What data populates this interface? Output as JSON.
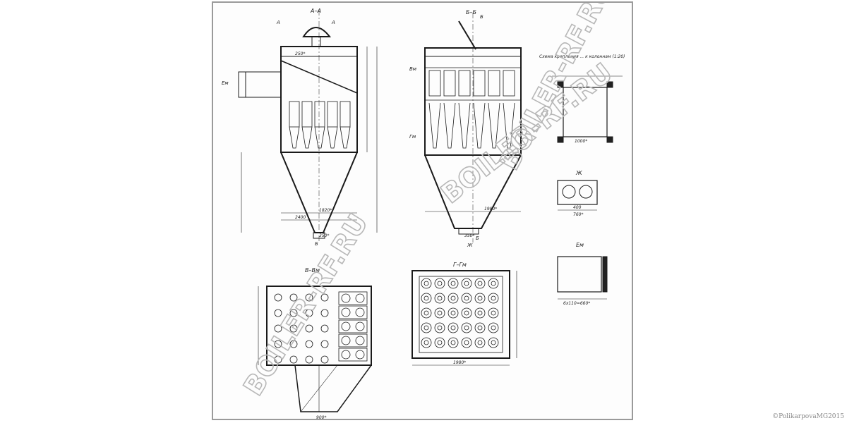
{
  "sections": {
    "aa": "A–A",
    "bb": "Б–Б",
    "vv": "В–Вм",
    "gg": "Г–Гм",
    "zh": "Ж",
    "em": "Ем",
    "scheme_title": "Схема крепления ... к колоннам (1:20)"
  },
  "cut_marks": {
    "a1": "А",
    "a2": "А",
    "b1": "Б",
    "b2": "Б",
    "b3": "Б",
    "e_left": "Ем",
    "v_left": "Вм",
    "g_left": "Гм",
    "zh_mark": "Ж"
  },
  "dimensions": {
    "d2400": "2400",
    "d1820": "1820*",
    "d350a": "350*",
    "d350b": "350*",
    "d250": "250*",
    "d1980a": "1980*",
    "d1980b": "1980*",
    "d900": "900*",
    "d1000": "1000*",
    "d400": "400",
    "d760": "760*",
    "d6x110": "6x110=660*"
  },
  "watermarks": [
    "BOILER-RF.RU",
    "BOILER-RF.RU",
    "BOILER-RF.RU"
  ],
  "copyright": "©PolikarpovaMG2015"
}
